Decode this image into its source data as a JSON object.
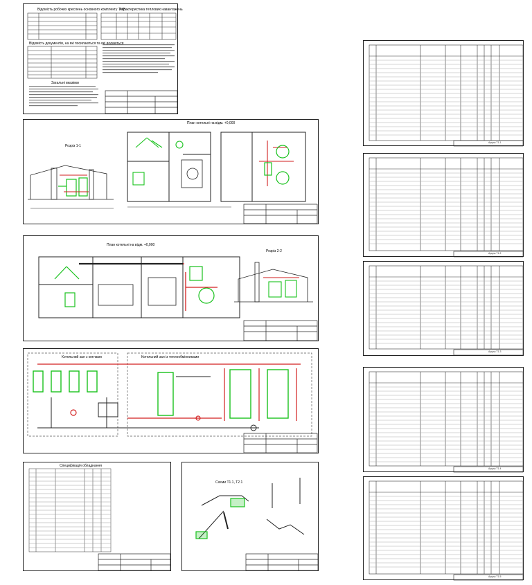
{
  "sheet1": {
    "title_top": "Відомість робочих креслень основного комплекту ТМБ",
    "title_mid": "Відомість документів, на які посилаються та які додаються",
    "title_notes": "Загальні вказівки",
    "title_right": "Характеристика теплових навантажень"
  },
  "plan_upper": {
    "title": "План котельні на відм. +0,000",
    "section": "Розріз 1-1"
  },
  "plan_lower": {
    "title": "План котельні на відм. +0,000",
    "section": "Розріз 2-2"
  },
  "schematic": {
    "label_left": "Котельний зал з котлами",
    "label_right": "Котельний зал із теплообмінниками"
  },
  "equipment_sheet": {
    "title": "Специфікація обладнання"
  },
  "systems_sheet": {
    "title": "Схеми Т1.1, Т2.1"
  },
  "spec_pages": [
    {
      "stamp": "Аркуш Т1.1"
    },
    {
      "stamp": "Аркуш Т1.2"
    },
    {
      "stamp": "Аркуш Т1.3"
    },
    {
      "stamp": "Аркуш Т1.4"
    },
    {
      "stamp": "Аркуш Т1.5"
    }
  ],
  "colors": {
    "line": "#222222",
    "red": "#d21e1e",
    "green": "#19c21d",
    "grey": "#8a8a8a"
  }
}
